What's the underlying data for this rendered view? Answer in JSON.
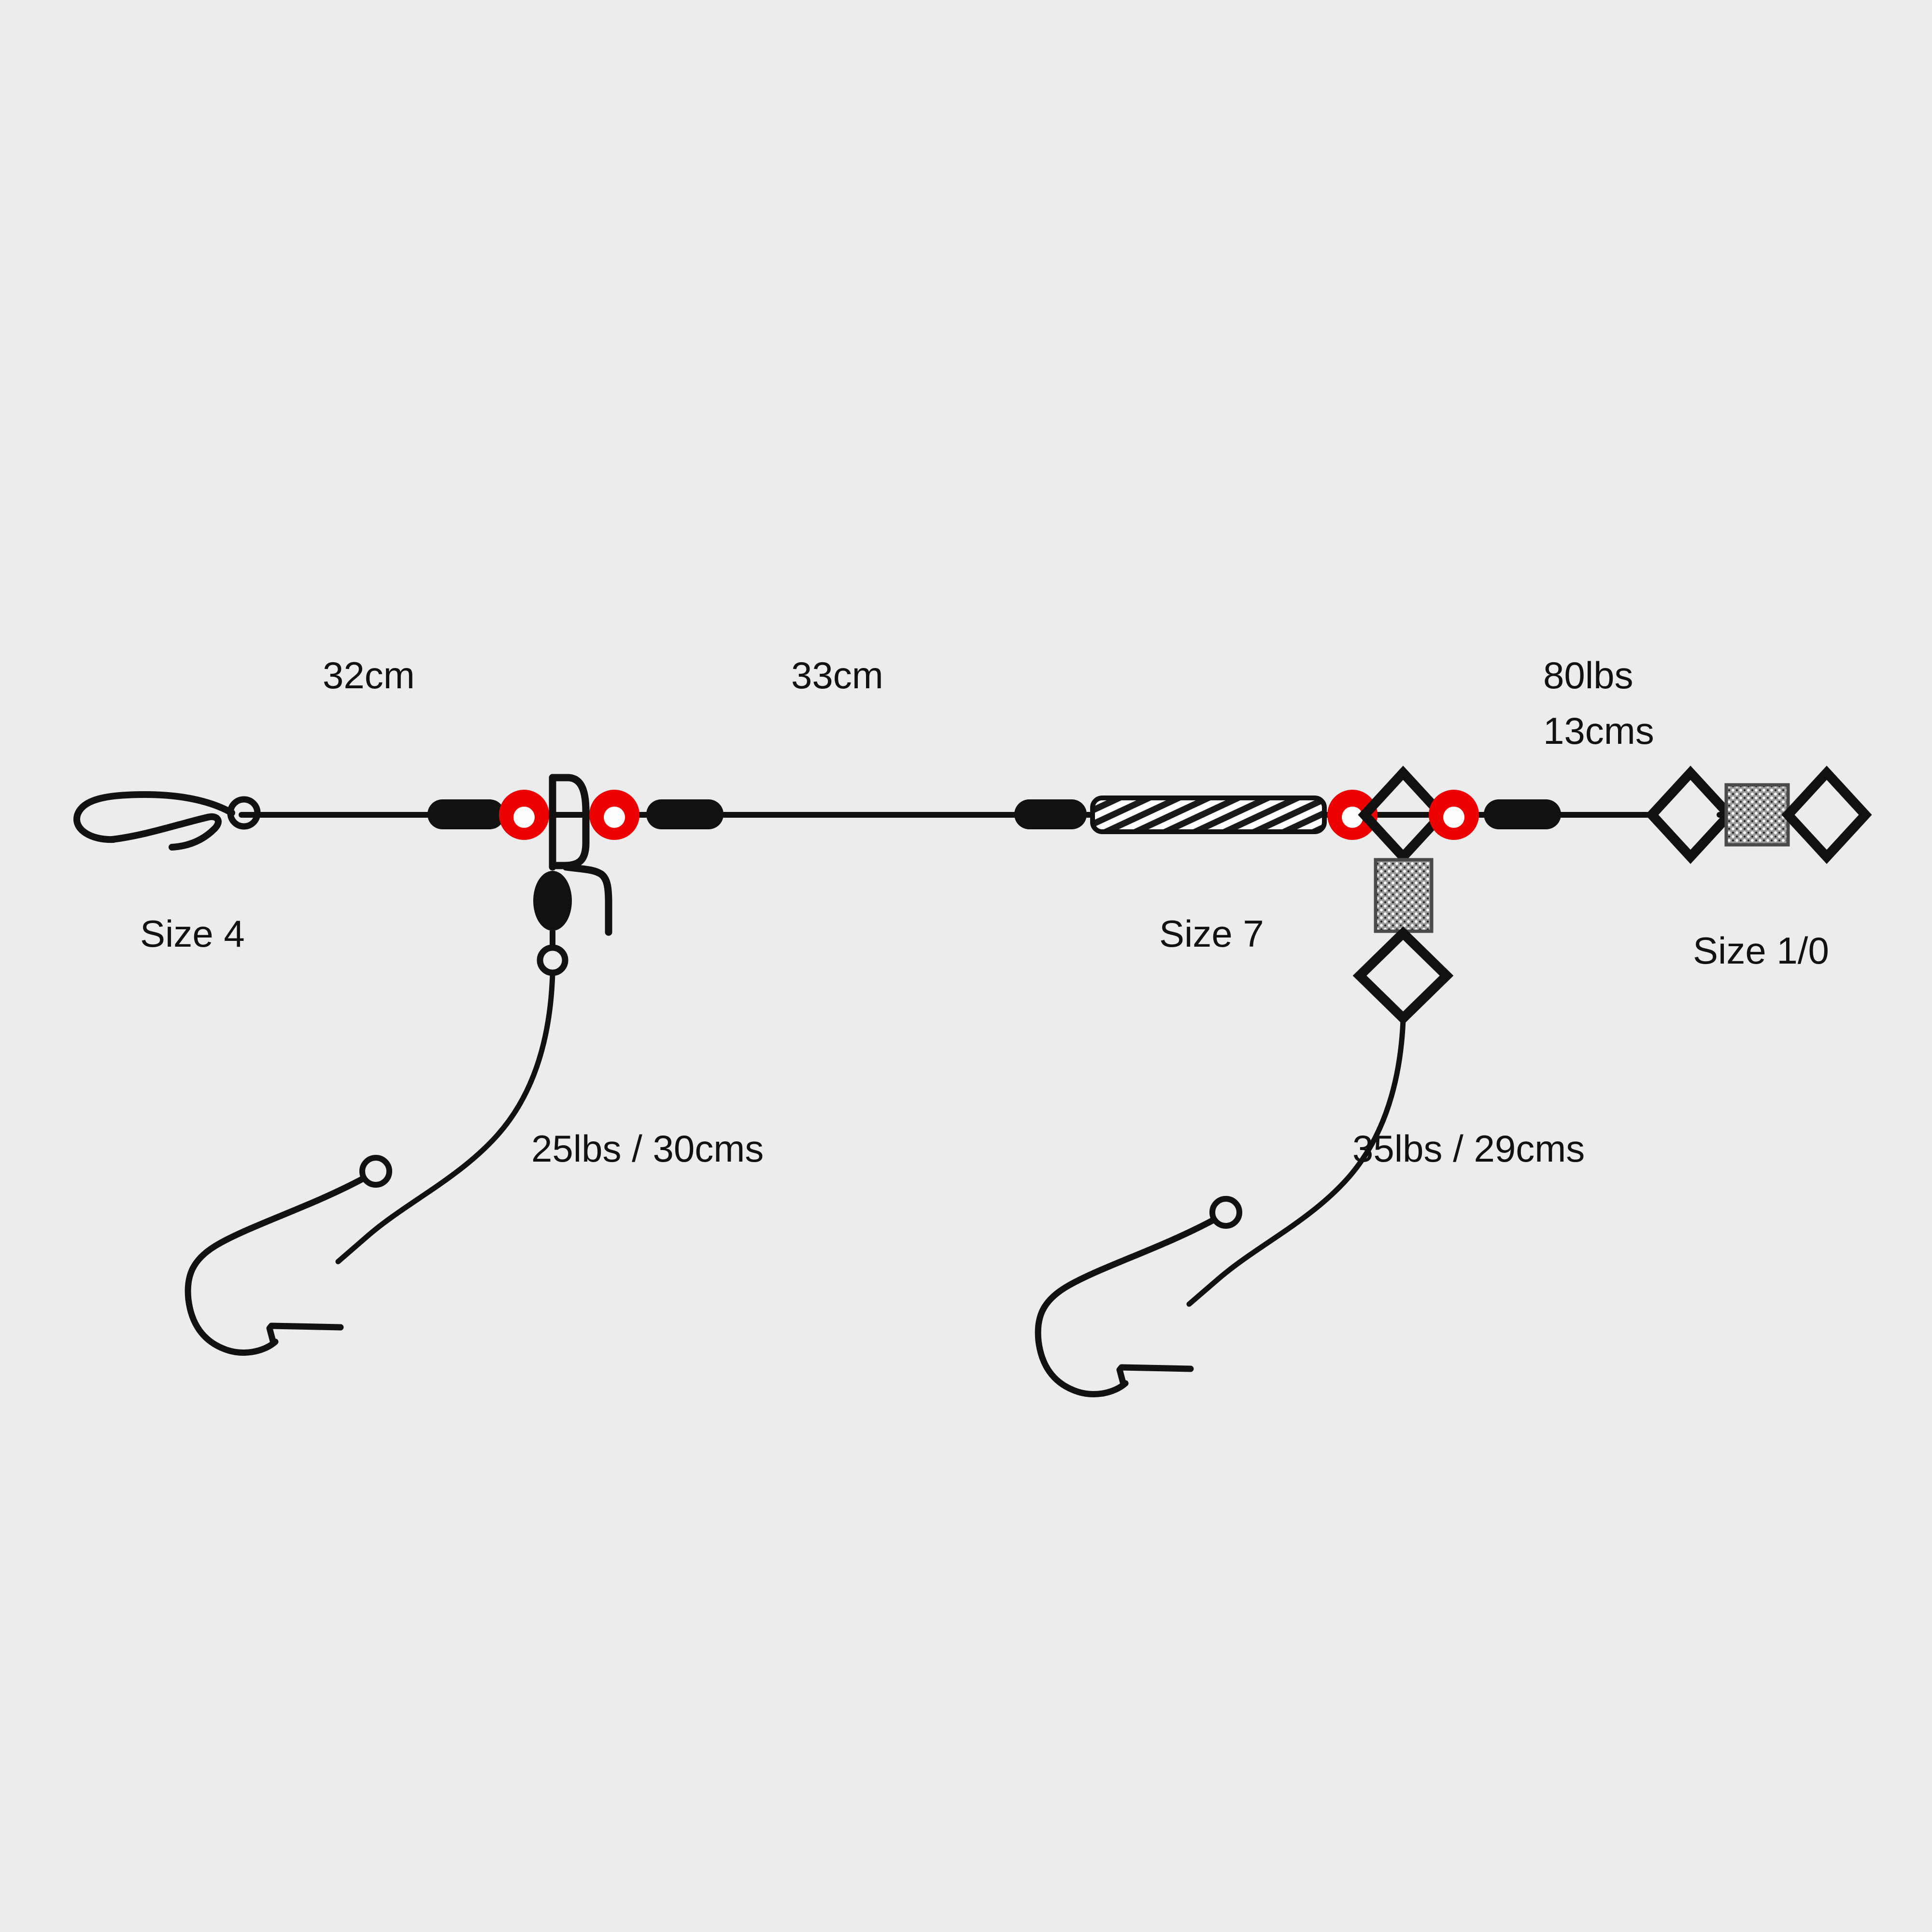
{
  "diagram": {
    "title": "Sea fishing two-hook flapper rig",
    "background_color": "#ececec",
    "line_color": "#111111",
    "bead_color": "#111111",
    "accent_color": "#ee0000",
    "swivel_body_color": "#808080"
  },
  "labels": {
    "upper_left_length": "32cm",
    "upper_mid_length": "33cm",
    "upper_right_line_1": "80lbs",
    "upper_right_line_2": "13cms",
    "hook_left_size": "Size 4",
    "swivel_mid_size": "Size 7",
    "swivel_right_size": "Size 1/0",
    "snood_left": "25lbs / 30cms",
    "snood_right": "35lbs / 29cms"
  },
  "components": [
    {
      "name": "terminal-hook-left",
      "type": "hook",
      "label": "Size 4"
    },
    {
      "name": "bead-black-1",
      "type": "oval-bead",
      "color": "#111111"
    },
    {
      "name": "bead-red-1",
      "type": "ring-bead",
      "color": "#ee0000"
    },
    {
      "name": "bait-clip-left",
      "type": "bait-clip"
    },
    {
      "name": "bead-red-2",
      "type": "ring-bead",
      "color": "#ee0000"
    },
    {
      "name": "bead-black-2",
      "type": "oval-bead",
      "color": "#111111"
    },
    {
      "name": "bead-black-3",
      "type": "oval-bead",
      "color": "#111111"
    },
    {
      "name": "rig-tube",
      "type": "hatched-tube"
    },
    {
      "name": "bead-red-3",
      "type": "ring-bead",
      "color": "#ee0000"
    },
    {
      "name": "swivel-three-way",
      "type": "three-way-swivel",
      "label": "Size 7"
    },
    {
      "name": "bead-red-4",
      "type": "ring-bead",
      "color": "#ee0000"
    },
    {
      "name": "bead-black-4",
      "type": "oval-bead",
      "color": "#111111"
    },
    {
      "name": "swivel-barrel-right",
      "type": "barrel-swivel",
      "label": "Size 1/0"
    },
    {
      "name": "snood-hook-left",
      "type": "hook",
      "label": "25lbs / 30cms"
    },
    {
      "name": "snood-hook-right",
      "type": "hook",
      "label": "35lbs / 29cms"
    }
  ]
}
